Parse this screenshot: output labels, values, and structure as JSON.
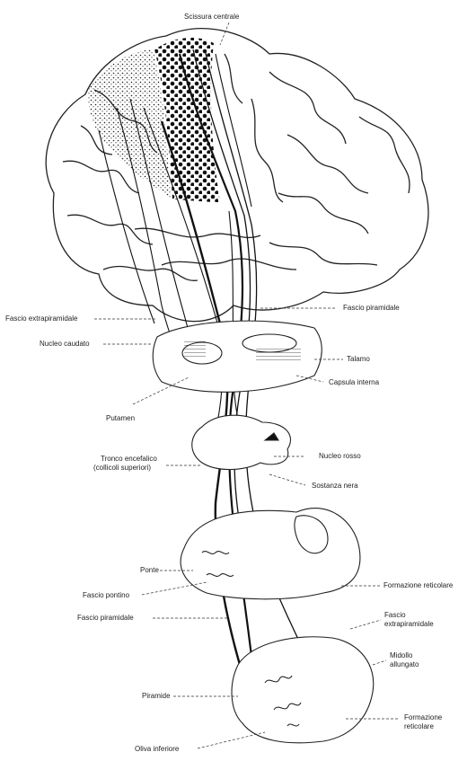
{
  "labels": {
    "scissura_centrale": "Scissura centrale",
    "fascio_extrapiramidale_top": "Fascio extrapiramidale",
    "fascio_piramidale_top": "Fascio piramidale",
    "nucleo_caudato": "Nucleo caudato",
    "talamo": "Talamo",
    "capsula_interna": "Capsula interna",
    "putamen": "Putamen",
    "tronco_encefalico_1": "Tronco encefalico",
    "tronco_encefalico_2": "(collicoli superiori)",
    "nucleo_rosso": "Nucleo rosso",
    "sostanza_nera": "Sostanza nera",
    "ponte": "Ponte",
    "formazione_reticolare_mid": "Formazione reticolare",
    "fascio_pontino": "Fascio pontino",
    "fascio_extrapiramidale_low_1": "Fascio",
    "fascio_extrapiramidale_low_2": "extrapiramidale",
    "fascio_piramidale_low": "Fascio piramidale",
    "midollo_1": "Midollo",
    "midollo_2": "allungato",
    "piramide": "Piramide",
    "formazione_reticolare_low_1": "Formazione",
    "formazione_reticolare_low_2": "reticolare",
    "oliva_inferiore": "Oliva inferiore"
  }
}
